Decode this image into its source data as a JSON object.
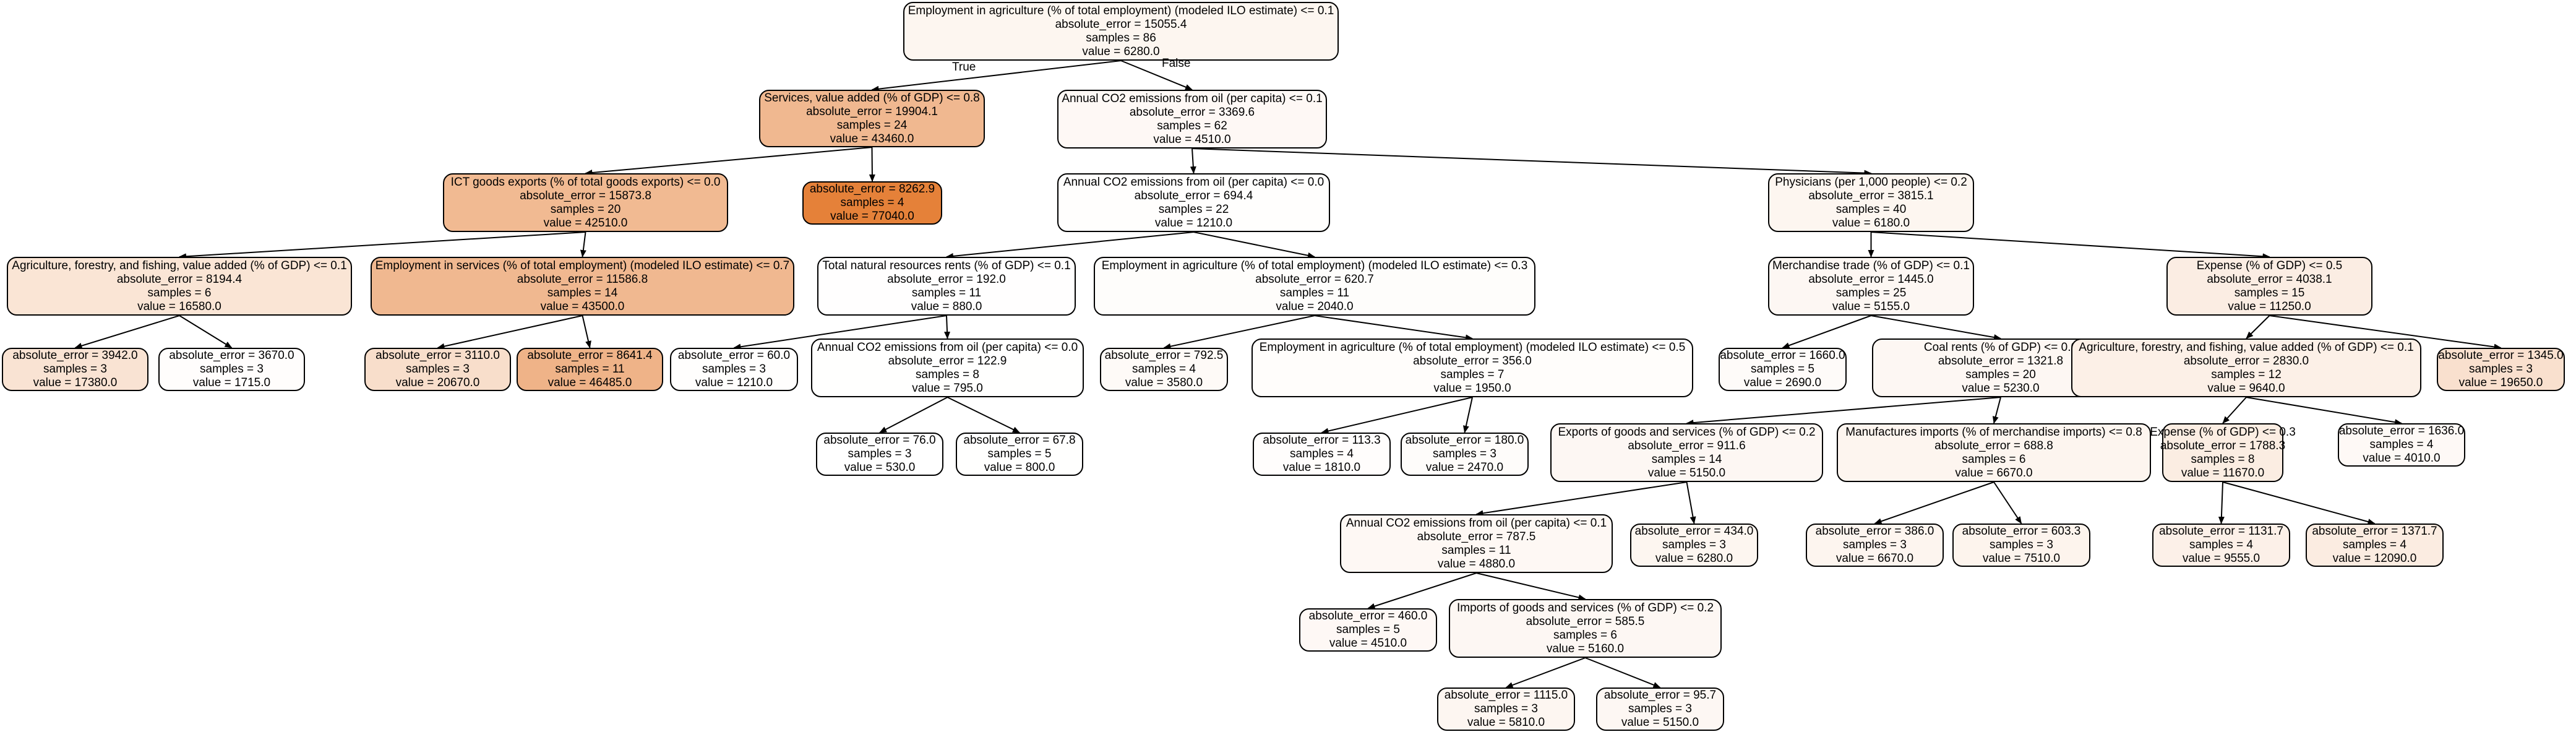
{
  "tree": {
    "edge_labels": {
      "true": "True",
      "false": "False"
    },
    "nodes": [
      {
        "id": "n0",
        "lines": [
          "Employment in agriculture (% of total employment) (modeled ILO estimate) <= 0.1",
          "absolute_error = 15055.4",
          "samples = 86",
          "value = 6280.0"
        ],
        "value": 6280.0
      },
      {
        "id": "n1",
        "lines": [
          "Services, value added (% of GDP) <= 0.8",
          "absolute_error = 19904.1",
          "samples = 24",
          "value = 43460.0"
        ],
        "value": 43460.0
      },
      {
        "id": "n2",
        "lines": [
          "Annual CO2 emissions from oil (per capita) <= 0.1",
          "absolute_error = 3369.6",
          "samples = 62",
          "value = 4510.0"
        ],
        "value": 4510.0
      },
      {
        "id": "n3",
        "lines": [
          "ICT goods exports (% of total goods exports) <= 0.0",
          "absolute_error = 15873.8",
          "samples = 20",
          "value = 42510.0"
        ],
        "value": 42510.0
      },
      {
        "id": "n4",
        "lines": [
          "absolute_error = 8262.9",
          "samples = 4",
          "value = 77040.0"
        ],
        "value": 77040.0
      },
      {
        "id": "n5",
        "lines": [
          "Annual CO2 emissions from oil (per capita) <= 0.0",
          "absolute_error = 694.4",
          "samples = 22",
          "value = 1210.0"
        ],
        "value": 1210.0
      },
      {
        "id": "n6",
        "lines": [
          "Physicians (per 1,000 people) <= 0.2",
          "absolute_error = 3815.1",
          "samples = 40",
          "value = 6180.0"
        ],
        "value": 6180.0
      },
      {
        "id": "n7",
        "lines": [
          "Agriculture, forestry, and fishing, value added (% of GDP) <= 0.1",
          "absolute_error = 8194.4",
          "samples = 6",
          "value = 16580.0"
        ],
        "value": 16580.0
      },
      {
        "id": "n8",
        "lines": [
          "Employment in services (% of total employment) (modeled ILO estimate) <= 0.7",
          "absolute_error = 11586.8",
          "samples = 14",
          "value = 43500.0"
        ],
        "value": 43500.0
      },
      {
        "id": "n9",
        "lines": [
          "Total natural resources rents (% of GDP) <= 0.1",
          "absolute_error = 192.0",
          "samples = 11",
          "value = 880.0"
        ],
        "value": 880.0
      },
      {
        "id": "n10",
        "lines": [
          "Employment in agriculture (% of total employment) (modeled ILO estimate) <= 0.3",
          "absolute_error = 620.7",
          "samples = 11",
          "value = 2040.0"
        ],
        "value": 2040.0
      },
      {
        "id": "n11",
        "lines": [
          "Merchandise trade (% of GDP) <= 0.1",
          "absolute_error = 1445.0",
          "samples = 25",
          "value = 5155.0"
        ],
        "value": 5155.0
      },
      {
        "id": "n12",
        "lines": [
          "Expense (% of GDP) <= 0.5",
          "absolute_error = 4038.1",
          "samples = 15",
          "value = 11250.0"
        ],
        "value": 11250.0
      },
      {
        "id": "n13",
        "lines": [
          "absolute_error = 3942.0",
          "samples = 3",
          "value = 17380.0"
        ],
        "value": 17380.0
      },
      {
        "id": "n14",
        "lines": [
          "absolute_error = 3670.0",
          "samples = 3",
          "value = 1715.0"
        ],
        "value": 1715.0
      },
      {
        "id": "n15",
        "lines": [
          "absolute_error = 3110.0",
          "samples = 3",
          "value = 20670.0"
        ],
        "value": 20670.0
      },
      {
        "id": "n16",
        "lines": [
          "absolute_error = 8641.4",
          "samples = 11",
          "value = 46485.0"
        ],
        "value": 46485.0
      },
      {
        "id": "n17",
        "lines": [
          "absolute_error = 60.0",
          "samples = 3",
          "value = 1210.0"
        ],
        "value": 1210.0
      },
      {
        "id": "n18",
        "lines": [
          "Annual CO2 emissions from oil (per capita) <= 0.0",
          "absolute_error = 122.9",
          "samples = 8",
          "value = 795.0"
        ],
        "value": 795.0
      },
      {
        "id": "n19",
        "lines": [
          "absolute_error = 792.5",
          "samples = 4",
          "value = 3580.0"
        ],
        "value": 3580.0
      },
      {
        "id": "n20",
        "lines": [
          "Employment in agriculture (% of total employment) (modeled ILO estimate) <= 0.5",
          "absolute_error = 356.0",
          "samples = 7",
          "value = 1950.0"
        ],
        "value": 1950.0
      },
      {
        "id": "n21",
        "lines": [
          "absolute_error = 1660.0",
          "samples = 5",
          "value = 2690.0"
        ],
        "value": 2690.0
      },
      {
        "id": "n22",
        "lines": [
          "Coal rents (% of GDP) <= 0.0",
          "absolute_error = 1321.8",
          "samples = 20",
          "value = 5230.0"
        ],
        "value": 5230.0
      },
      {
        "id": "n23",
        "lines": [
          "Agriculture, forestry, and fishing, value added (% of GDP) <= 0.1",
          "absolute_error = 2830.0",
          "samples = 12",
          "value = 9640.0"
        ],
        "value": 9640.0
      },
      {
        "id": "n24",
        "lines": [
          "absolute_error = 1345.0",
          "samples = 3",
          "value = 19650.0"
        ],
        "value": 19650.0
      },
      {
        "id": "n25",
        "lines": [
          "absolute_error = 76.0",
          "samples = 3",
          "value = 530.0"
        ],
        "value": 530.0
      },
      {
        "id": "n26",
        "lines": [
          "absolute_error = 67.8",
          "samples = 5",
          "value = 800.0"
        ],
        "value": 800.0
      },
      {
        "id": "n27",
        "lines": [
          "absolute_error = 113.3",
          "samples = 4",
          "value = 1810.0"
        ],
        "value": 1810.0
      },
      {
        "id": "n28",
        "lines": [
          "absolute_error = 180.0",
          "samples = 3",
          "value = 2470.0"
        ],
        "value": 2470.0
      },
      {
        "id": "n29",
        "lines": [
          "Exports of goods and services (% of GDP) <= 0.2",
          "absolute_error = 911.6",
          "samples = 14",
          "value = 5150.0"
        ],
        "value": 5150.0
      },
      {
        "id": "n30",
        "lines": [
          "Manufactures imports (% of merchandise imports) <= 0.8",
          "absolute_error = 688.8",
          "samples = 6",
          "value = 6670.0"
        ],
        "value": 6670.0
      },
      {
        "id": "n31",
        "lines": [
          "Expense (% of GDP) <= 0.3",
          "absolute_error = 1788.3",
          "samples = 8",
          "value = 11670.0"
        ],
        "value": 11670.0
      },
      {
        "id": "n32",
        "lines": [
          "absolute_error = 1636.0",
          "samples = 4",
          "value = 4010.0"
        ],
        "value": 4010.0
      },
      {
        "id": "n33",
        "lines": [
          "Annual CO2 emissions from oil (per capita) <= 0.1",
          "absolute_error = 787.5",
          "samples = 11",
          "value = 4880.0"
        ],
        "value": 4880.0
      },
      {
        "id": "n34",
        "lines": [
          "absolute_error = 434.0",
          "samples = 3",
          "value = 6280.0"
        ],
        "value": 6280.0
      },
      {
        "id": "n35",
        "lines": [
          "absolute_error = 386.0",
          "samples = 3",
          "value = 6670.0"
        ],
        "value": 6670.0
      },
      {
        "id": "n36",
        "lines": [
          "absolute_error = 603.3",
          "samples = 3",
          "value = 7510.0"
        ],
        "value": 7510.0
      },
      {
        "id": "n37",
        "lines": [
          "absolute_error = 1131.7",
          "samples = 4",
          "value = 9555.0"
        ],
        "value": 9555.0
      },
      {
        "id": "n38",
        "lines": [
          "absolute_error = 1371.7",
          "samples = 4",
          "value = 12090.0"
        ],
        "value": 12090.0
      },
      {
        "id": "n39",
        "lines": [
          "absolute_error = 460.0",
          "samples = 5",
          "value = 4510.0"
        ],
        "value": 4510.0
      },
      {
        "id": "n40",
        "lines": [
          "Imports of goods and services (% of GDP) <= 0.2",
          "absolute_error = 585.5",
          "samples = 6",
          "value = 5160.0"
        ],
        "value": 5160.0
      },
      {
        "id": "n41",
        "lines": [
          "absolute_error = 1115.0",
          "samples = 3",
          "value = 5810.0"
        ],
        "value": 5810.0
      },
      {
        "id": "n42",
        "lines": [
          "absolute_error = 95.7",
          "samples = 3",
          "value = 5150.0"
        ],
        "value": 5150.0
      }
    ],
    "edges": [
      [
        "n0",
        "n1"
      ],
      [
        "n0",
        "n2"
      ],
      [
        "n1",
        "n3"
      ],
      [
        "n1",
        "n4"
      ],
      [
        "n2",
        "n5"
      ],
      [
        "n2",
        "n6"
      ],
      [
        "n3",
        "n7"
      ],
      [
        "n3",
        "n8"
      ],
      [
        "n5",
        "n9"
      ],
      [
        "n5",
        "n10"
      ],
      [
        "n6",
        "n11"
      ],
      [
        "n6",
        "n12"
      ],
      [
        "n7",
        "n13"
      ],
      [
        "n7",
        "n14"
      ],
      [
        "n8",
        "n15"
      ],
      [
        "n8",
        "n16"
      ],
      [
        "n9",
        "n17"
      ],
      [
        "n9",
        "n18"
      ],
      [
        "n10",
        "n19"
      ],
      [
        "n10",
        "n20"
      ],
      [
        "n11",
        "n21"
      ],
      [
        "n11",
        "n22"
      ],
      [
        "n12",
        "n23"
      ],
      [
        "n12",
        "n24"
      ],
      [
        "n18",
        "n25"
      ],
      [
        "n18",
        "n26"
      ],
      [
        "n20",
        "n27"
      ],
      [
        "n20",
        "n28"
      ],
      [
        "n22",
        "n29"
      ],
      [
        "n22",
        "n30"
      ],
      [
        "n23",
        "n31"
      ],
      [
        "n23",
        "n32"
      ],
      [
        "n29",
        "n33"
      ],
      [
        "n29",
        "n34"
      ],
      [
        "n30",
        "n35"
      ],
      [
        "n30",
        "n36"
      ],
      [
        "n31",
        "n37"
      ],
      [
        "n31",
        "n38"
      ],
      [
        "n33",
        "n39"
      ],
      [
        "n33",
        "n40"
      ],
      [
        "n40",
        "n41"
      ],
      [
        "n40",
        "n42"
      ]
    ]
  }
}
